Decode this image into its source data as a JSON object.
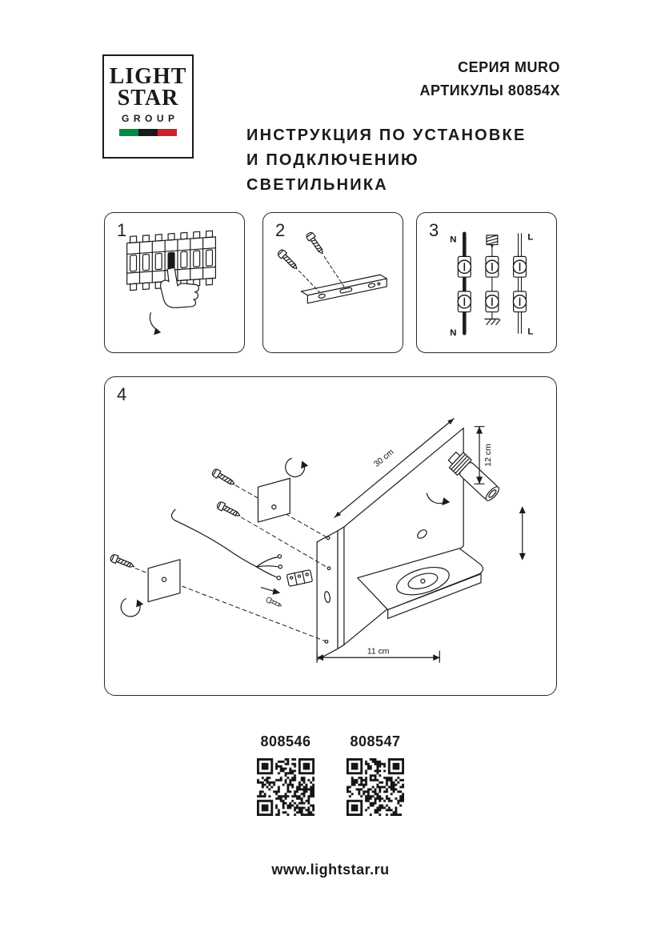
{
  "logo": {
    "line1": "LIGHT",
    "line2": "STAR",
    "line3": "GROUP",
    "flag_green": "#008C45",
    "flag_black": "#1a1a1a",
    "flag_red": "#CD212A"
  },
  "header": {
    "series": "СЕРИЯ MURO",
    "articles": "АРТИКУЛЫ 80854X",
    "title_line1": "ИНСТРУКЦИЯ ПО УСТАНОВКЕ",
    "title_line2": "И ПОДКЛЮЧЕНИЮ СВЕТИЛЬНИКА"
  },
  "steps": [
    {
      "number": "1"
    },
    {
      "number": "2"
    },
    {
      "number": "3",
      "labels": {
        "n_top": "N",
        "l_top": "L",
        "n_bottom": "N",
        "l_bottom": "L"
      }
    },
    {
      "number": "4",
      "dimensions": {
        "width": "30 cm",
        "height": "12 cm",
        "depth": "11 cm"
      }
    }
  ],
  "products": [
    {
      "article": "808546"
    },
    {
      "article": "808547"
    }
  ],
  "footer": {
    "website": "www.lightstar.ru"
  }
}
